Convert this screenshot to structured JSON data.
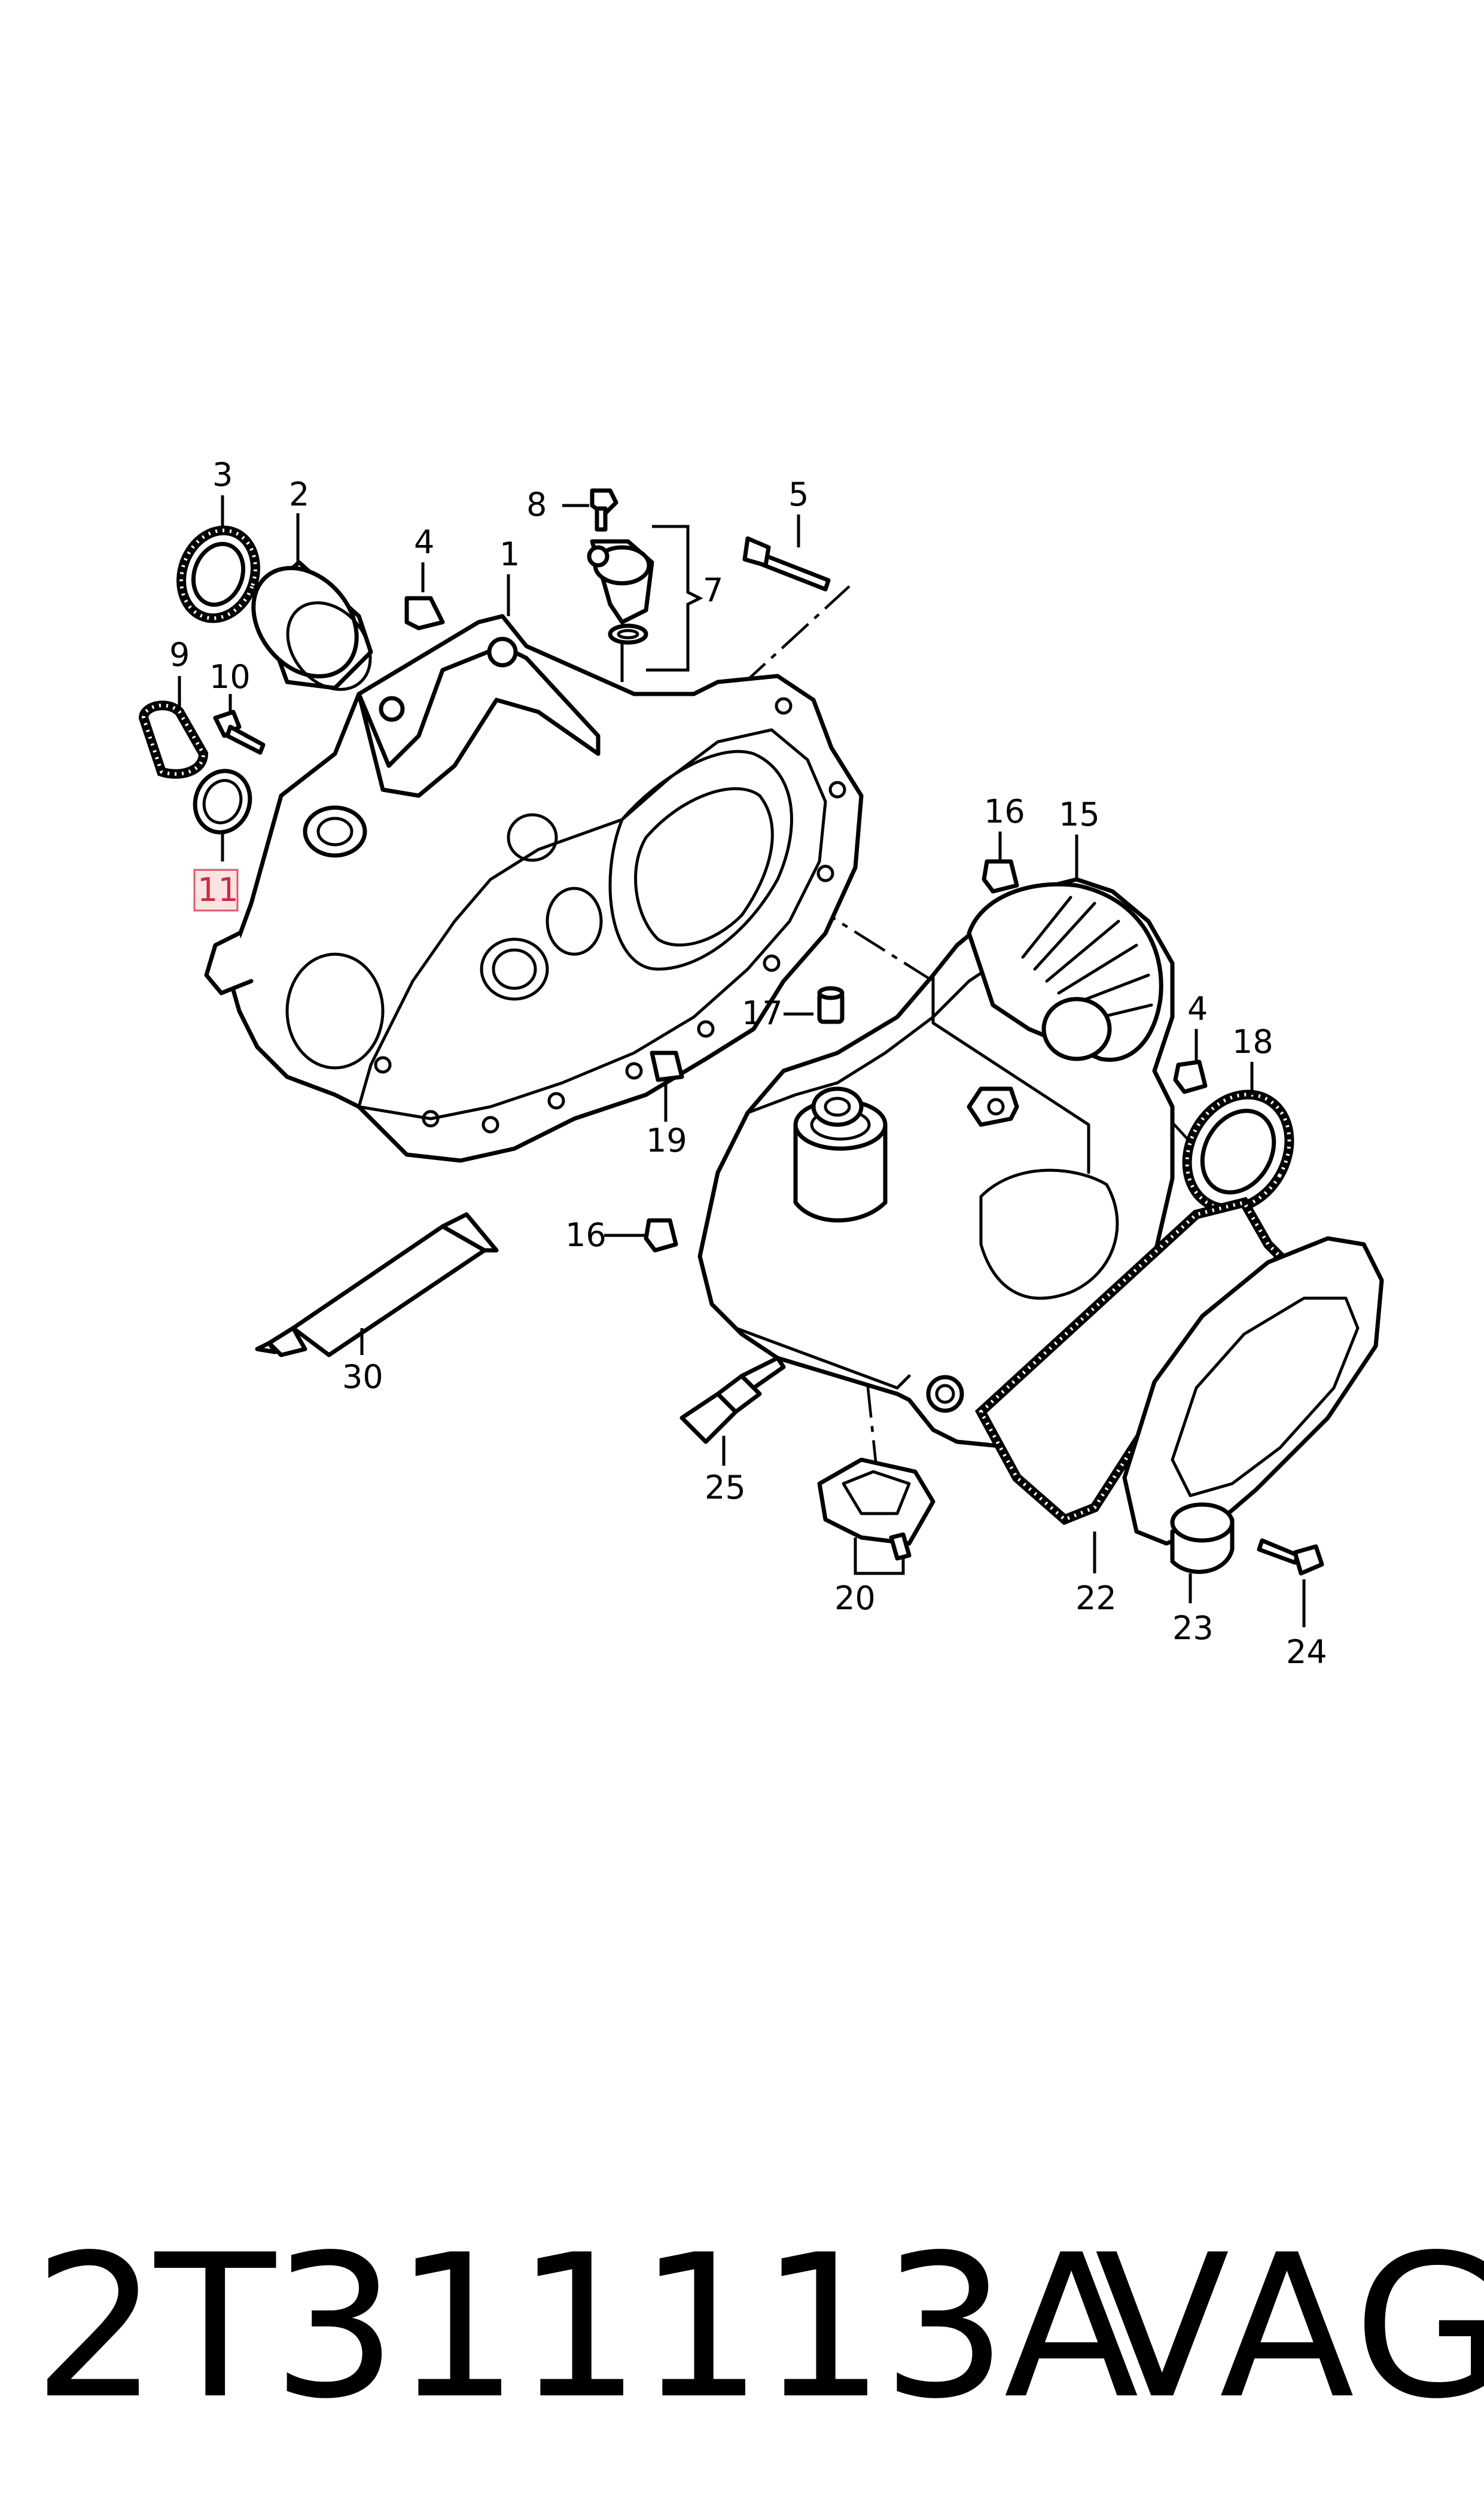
{
  "callouts": {
    "c1": "1",
    "c2": "2",
    "c3": "3",
    "c4a": "4",
    "c4b": "4",
    "c5": "5",
    "c7": "7",
    "c8": "8",
    "c9": "9",
    "c10": "10",
    "c11": "11",
    "c15": "15",
    "c16a": "16",
    "c16b": "16",
    "c17": "17",
    "c18": "18",
    "c19": "19",
    "c20": "20",
    "c22": "22",
    "c23": "23",
    "c24": "24",
    "c25": "25",
    "c30": "30"
  },
  "highlighted_callout": "11",
  "colors": {
    "highlight_text": "#cc2a3d",
    "highlight_fill": "#fbe3e3",
    "highlight_border": "#d85a66"
  },
  "footer": {
    "part_number": "2T311113A",
    "brand": "VAG"
  }
}
